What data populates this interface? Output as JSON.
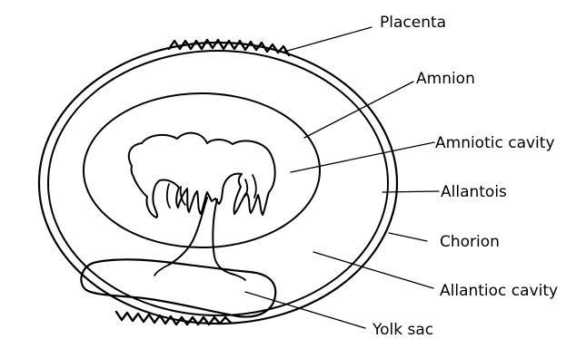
{
  "labels": {
    "placenta": "Placenta",
    "amnion": "Amnion",
    "amniotic_cavity": "Amniotic cavity",
    "allantois": "Allantois",
    "chorion": "Chorion",
    "allantoic_cavity": "Allantioc cavity",
    "yolk_sac": "Yolk sac"
  },
  "colors": {
    "stroke": "#000000",
    "background": "#ffffff"
  }
}
